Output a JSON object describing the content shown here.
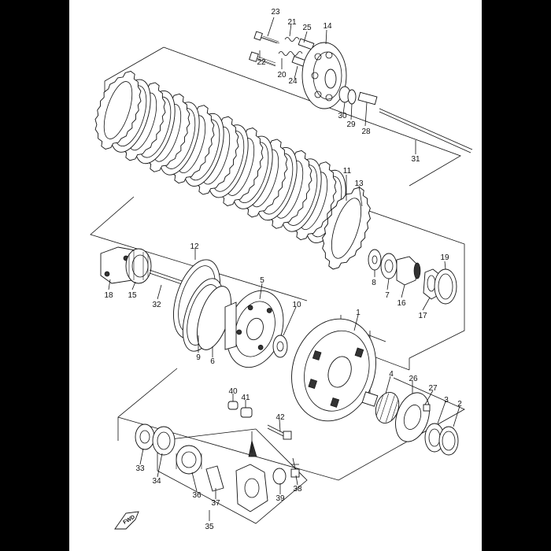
{
  "diagram": {
    "labels": [
      {
        "id": "23",
        "text": "23"
      },
      {
        "id": "21",
        "text": "21"
      },
      {
        "id": "25",
        "text": "25"
      },
      {
        "id": "14",
        "text": "14"
      },
      {
        "id": "22",
        "text": "22"
      },
      {
        "id": "20",
        "text": "20"
      },
      {
        "id": "24",
        "text": "24"
      },
      {
        "id": "30",
        "text": "30"
      },
      {
        "id": "29",
        "text": "29"
      },
      {
        "id": "28",
        "text": "28"
      },
      {
        "id": "31",
        "text": "31"
      },
      {
        "id": "11",
        "text": "11"
      },
      {
        "id": "13",
        "text": "13"
      },
      {
        "id": "12",
        "text": "12"
      },
      {
        "id": "19",
        "text": "19"
      },
      {
        "id": "8",
        "text": "8"
      },
      {
        "id": "7",
        "text": "7"
      },
      {
        "id": "16",
        "text": "16"
      },
      {
        "id": "17",
        "text": "17"
      },
      {
        "id": "18",
        "text": "18"
      },
      {
        "id": "15",
        "text": "15"
      },
      {
        "id": "32",
        "text": "32"
      },
      {
        "id": "5",
        "text": "5"
      },
      {
        "id": "10",
        "text": "10"
      },
      {
        "id": "1",
        "text": "1"
      },
      {
        "id": "9",
        "text": "9"
      },
      {
        "id": "6",
        "text": "6"
      },
      {
        "id": "4",
        "text": "4"
      },
      {
        "id": "26",
        "text": "26"
      },
      {
        "id": "27",
        "text": "27"
      },
      {
        "id": "3",
        "text": "3"
      },
      {
        "id": "2",
        "text": "2"
      },
      {
        "id": "40",
        "text": "40"
      },
      {
        "id": "41",
        "text": "41"
      },
      {
        "id": "42",
        "text": "42"
      },
      {
        "id": "33",
        "text": "33"
      },
      {
        "id": "34",
        "text": "34"
      },
      {
        "id": "36",
        "text": "36"
      },
      {
        "id": "37",
        "text": "37"
      },
      {
        "id": "39",
        "text": "39"
      },
      {
        "id": "38",
        "text": "38"
      },
      {
        "id": "35",
        "text": "35"
      }
    ],
    "fwd_label": "FWD"
  }
}
